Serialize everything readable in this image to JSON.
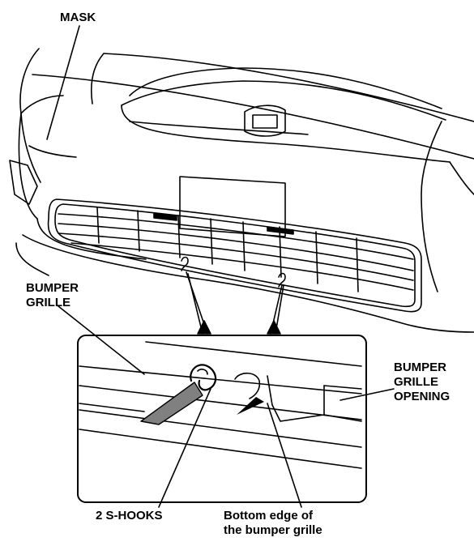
{
  "labels": {
    "mask": "MASK",
    "bumper_grille": [
      "BUMPER",
      "GRILLE"
    ],
    "bumper_grille_opening": [
      "BUMPER",
      "GRILLE",
      "OPENING"
    ],
    "s_hooks": "2 S-HOOKS",
    "bottom_edge": [
      "Bottom edge of",
      "the bumper grille"
    ]
  }
}
